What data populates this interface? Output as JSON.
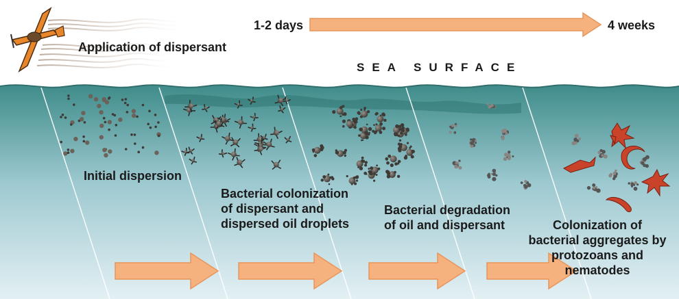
{
  "header": {
    "application_label": "Application of dispersant",
    "timeline_start": "1-2 days",
    "timeline_end": "4 weeks",
    "sea_surface_label": "SEA SURFACE"
  },
  "stages": [
    {
      "label": "Initial dispersion"
    },
    {
      "label": "Bacterial colonization\nof dispersant and\ndispersed oil droplets"
    },
    {
      "label": "Bacterial degradation\nof oil and dispersant"
    },
    {
      "label": "Colonization of\nbacterial aggregates by\nprotozoans and\nnematodes"
    }
  ],
  "colors": {
    "sea_top": "#3f8c8a",
    "sea_bottom": "#dfeef3",
    "arrow_fill": "#f6b27e",
    "arrow_stroke": "#e8955a",
    "plane_body": "#e8862a",
    "organism": "#c9432a",
    "droplet": "#5a5550"
  }
}
